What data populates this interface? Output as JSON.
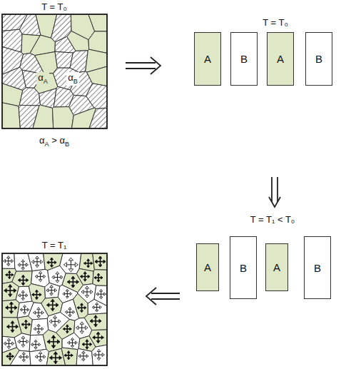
{
  "diagram": {
    "nodes": [
      {
        "text": [
          "A"
        ]
      },
      {
        "text": [
          "B"
        ]
      },
      {
        "text": [
          "A"
        ]
      },
      {
        "text": [
          "B"
        ]
      },
      {
        "text": [
          "A"
        ]
      },
      {
        "text": [
          "B"
        ]
      },
      {
        "text": [
          "A"
        ]
      },
      {
        "text": [
          "B"
        ]
      }
    ],
    "labels": [
      "T = T₀",
      "T = T₀",
      "αA",
      "αB",
      "αA > αB",
      "T = T₁ < T₀",
      "T = T₁"
    ]
  }
}
